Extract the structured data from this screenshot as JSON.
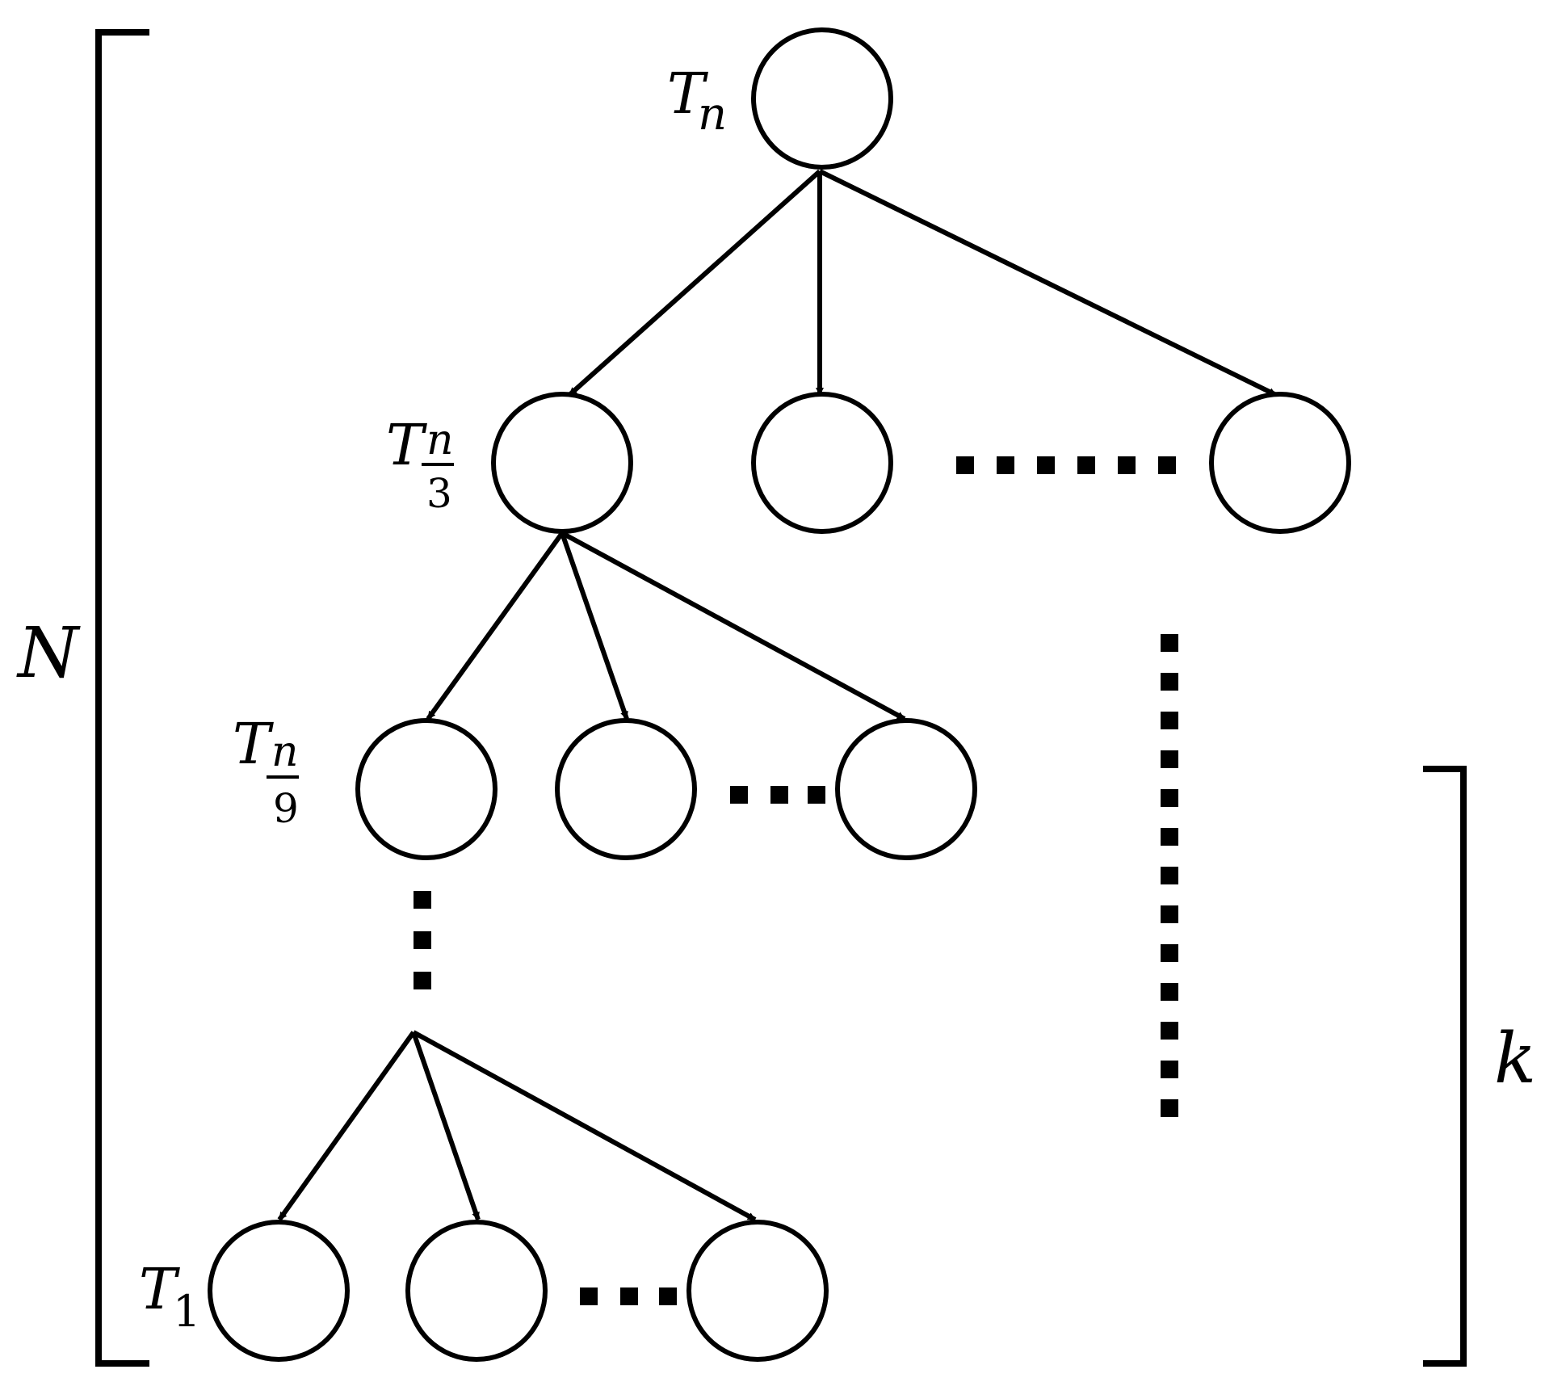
{
  "labels": {
    "root": {
      "main": "T",
      "sub": "n"
    },
    "level1": {
      "main": "T",
      "sub_num": "n",
      "sub_den": "3"
    },
    "level2": {
      "main": "T",
      "sub_num": "n",
      "sub_den": "9"
    },
    "leaf": {
      "main": "T",
      "sub": "1"
    }
  },
  "brackets": {
    "left": "N",
    "right": "k"
  },
  "colors": {
    "stroke": "#000000",
    "background": "#ffffff"
  }
}
